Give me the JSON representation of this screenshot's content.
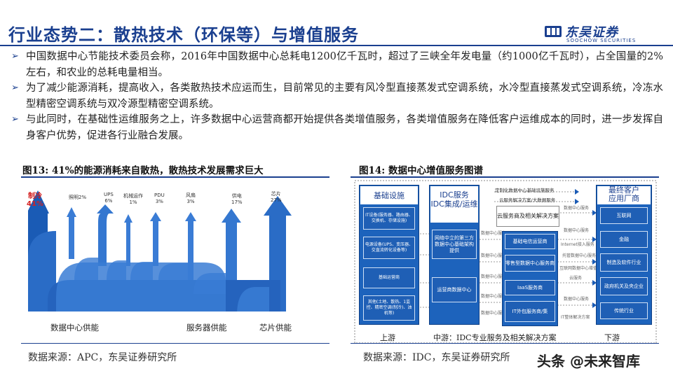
{
  "header": {
    "title": "行业态势二：散热技术（环保等）与增值服务",
    "logo_cn": "东吴证券",
    "logo_en": "SOOCHOW SECURITIES"
  },
  "bullets": [
    "中国数据中心节能技术委员会称，2016年中国数据中心总耗电1200亿千瓦时，超过了三峡全年发电量（约1000亿千瓦时），占全国量的2%左右，和农业的总耗电量相当。",
    "为了减少能源消耗，提高收入，各类散热技术应运而生，目前常见的主要有风冷型直接蒸发式空调系统，水冷型直接蒸发式空调系统，冷冻水型精密空调系统与双冷源型精密空调系统。",
    "与此同时，在基础性运维服务之上，许多数据中心运营商都开始提供各类增值服务，各类增值服务在降低客户运维成本的同时，进一步发挥自身客户优势，促进各行业融合发展。"
  ],
  "figure13": {
    "title": "图13: 41%的能源消耗来自散热，散热技术发展需求巨大",
    "labels": [
      {
        "name": "制冷",
        "value": "41%"
      },
      {
        "name": "照明",
        "value": "2%"
      },
      {
        "name": "UPS",
        "value": "6%"
      },
      {
        "name": "机械运作",
        "value": "1%"
      },
      {
        "name": "PDU",
        "value": "3%"
      },
      {
        "name": "风扇",
        "value": "3%"
      },
      {
        "name": "供电",
        "value": "17%"
      },
      {
        "name": "芯片",
        "value": "27%"
      }
    ],
    "axis": [
      "数据中心供能",
      "服务器供能",
      "芯片供能"
    ],
    "source": "数据来源：APC，东吴证券研究所"
  },
  "figure14": {
    "title": "图14: 数据中心增值服务图谱",
    "left_head": "基础设施",
    "left_cells": [
      "IT设备(服务器、路由器、交换机、存储设施)",
      "电源设备(UPS、变压器、交直流转化设备等)",
      "基础运营商",
      "其他(土地、散热、1监控、精密空调(制冷)、油机等)"
    ],
    "mid_head": "IDC服务\nIDC集成/运维",
    "mid_cells": [
      "网络中立的第三方数据中心基础架构提供",
      "运营商数据中心"
    ],
    "mid_flows": [
      "数据中心服务",
      "数据中心服务",
      "数据中心服务",
      "数据中心服务",
      "数据中心服务"
    ],
    "top_lines": [
      "定制化数据中心基础设施服务",
      "云服务解决方案/大数据服务"
    ],
    "cloud_box": "云服务商及相关解决方案",
    "service_cells": [
      "基础电信运营商",
      "零售型数据中心服务商",
      "IaaS服务商",
      "IT外包服务商/集"
    ],
    "right_flows": [
      "数据中心服务",
      "数据中心服务",
      "Internet接入服务",
      "托管数据中心服务",
      "互联网数据中心增值服务",
      "云服务",
      "数据中心服务",
      "IT整体解决方案"
    ],
    "right_head": "最终客户\n应用厂商",
    "right_cells": [
      "互联网",
      "金融",
      "制造及软件行业",
      "政府机关及央企业",
      "传统行业"
    ],
    "foot": [
      "上游",
      "中游：IDC专业服务及相关解决方案",
      "下游"
    ],
    "source": "数据来源：IDC，东吴证券研究所"
  },
  "watermark": "头条 @未来智库",
  "colors": {
    "brand": "#1a3f8f",
    "arrow": "#1d63bc",
    "accent": "#d42020"
  }
}
